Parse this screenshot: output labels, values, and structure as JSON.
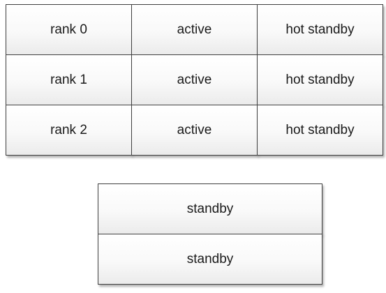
{
  "ranks": [
    {
      "name": "rank 0",
      "state": "active",
      "backup": "hot standby"
    },
    {
      "name": "rank 1",
      "state": "active",
      "backup": "hot standby"
    },
    {
      "name": "rank 2",
      "state": "active",
      "backup": "hot standby"
    }
  ],
  "standby_pool": [
    {
      "label": "standby"
    },
    {
      "label": "standby"
    }
  ],
  "colors": {
    "border": "#3f3f3f",
    "fill_top": "#ffffff",
    "fill_bottom": "#ebebeb",
    "text": "#1a1a1a"
  }
}
